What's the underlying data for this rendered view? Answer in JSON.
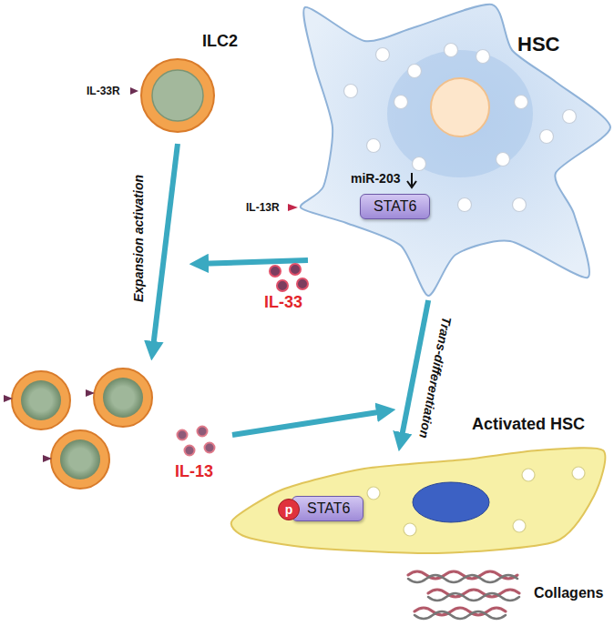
{
  "diagram": {
    "nodes": [
      {
        "text": [
          "HSC"
        ]
      },
      {
        "text": [
          "STAT6"
        ],
        "in": 0
      },
      {
        "text": [
          "ILC2"
        ]
      },
      {
        "text": [
          "Activated HSC"
        ]
      },
      {
        "text": [
          "p"
        ],
        "in": 3
      },
      {
        "text": [
          "STAT6"
        ],
        "in": 3
      }
    ],
    "edges": [
      {
        "from": 0,
        "to": 3,
        "arrow": "to",
        "label": "Trans-differentiation"
      }
    ],
    "labels": [
      "IL-33R",
      "miR-203",
      "IL-13R",
      "IL-33",
      "Expansion activation",
      "IL-13",
      "Collagens"
    ]
  }
}
